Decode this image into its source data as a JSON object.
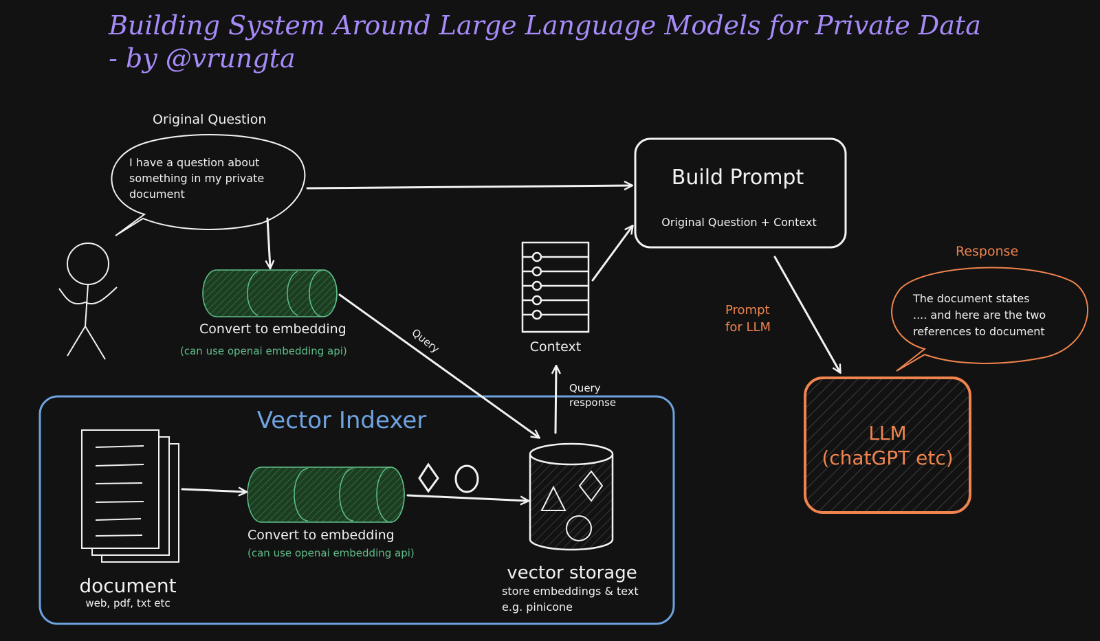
{
  "title_line1": "Building System Around Large Language Models for Private Data",
  "title_line2": "- by @vrungta",
  "original_question": {
    "label": "Original Question",
    "bubble_lines": [
      "I have a question about",
      "something in my private",
      "document"
    ]
  },
  "embed_top": {
    "label": "Convert to embedding",
    "note": "(can use openai embedding api)"
  },
  "build_prompt": {
    "title": "Build Prompt",
    "subtitle": "Original Question + Context"
  },
  "context_label": "Context",
  "query_label": "Query",
  "query_response_lines": [
    "Query",
    "response"
  ],
  "prompt_for_llm_lines": [
    "Prompt",
    "for LLM"
  ],
  "response": {
    "label": "Response",
    "bubble_lines": [
      "The document states",
      ".... and here are the two",
      "references to document"
    ]
  },
  "llm_lines": [
    "LLM",
    "(chatGPT etc)"
  ],
  "vector_indexer": {
    "title": "Vector Indexer",
    "document_label": "document",
    "document_note": "web, pdf, txt etc",
    "embed_label": "Convert to embedding",
    "embed_note": "(can use openai embedding api)",
    "storage_label": "vector storage",
    "storage_note_lines": [
      "store embeddings & text",
      "e.g. pinicone"
    ]
  },
  "colors": {
    "background": "#121212",
    "title": "#a78bfa",
    "stroke": "#f2f2f2",
    "embedding_fill": "#1d3d22",
    "embedding_stroke": "#5fbf8a",
    "indexer_border": "#6fa3e0",
    "llm_accent": "#f0844e"
  }
}
